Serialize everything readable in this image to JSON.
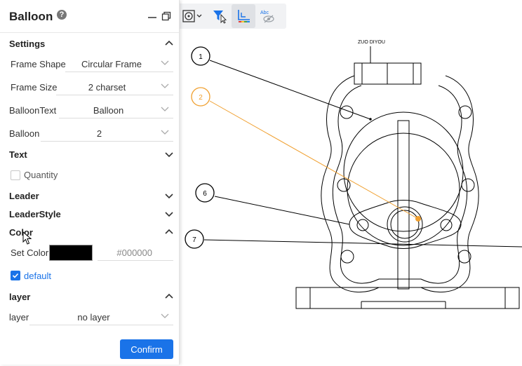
{
  "panel": {
    "title": "Balloon",
    "help_glyph": "?",
    "sections": {
      "settings": "Settings",
      "text": "Text",
      "leader": "Leader",
      "leader_style": "LeaderStyle",
      "color": "Color",
      "layer": "layer"
    },
    "fields": {
      "frame_shape": {
        "label": "Frame Shape",
        "value": "Circular Frame"
      },
      "frame_size": {
        "label": "Frame Size",
        "value": "2 charset"
      },
      "balloon_text": {
        "label": "BalloonText",
        "value": "Balloon"
      },
      "balloon": {
        "label": "Balloon",
        "value": "2"
      },
      "quantity": {
        "label": "Quantity",
        "checked": false
      },
      "set_color": {
        "label": "Set Color",
        "value": "#000000",
        "swatch": "#000000"
      },
      "default": {
        "label": "default",
        "checked": true
      },
      "layer": {
        "label": "layer",
        "value": "no layer"
      }
    },
    "confirm_label": "Confirm"
  },
  "toolbar": {
    "icons": [
      "circle-frame-icon",
      "filter-cursor-icon",
      "axis-icon",
      "text-visibility-icon"
    ],
    "text_icon_label": "Abc"
  },
  "drawing": {
    "title_text": "ZUO DIYOU",
    "balloons": [
      "1",
      "2",
      "6",
      "7"
    ],
    "highlight_color": "#f0a030",
    "line_color": "#000000"
  },
  "colors": {
    "accent": "#1a73e8",
    "highlight": "#f0a030"
  }
}
